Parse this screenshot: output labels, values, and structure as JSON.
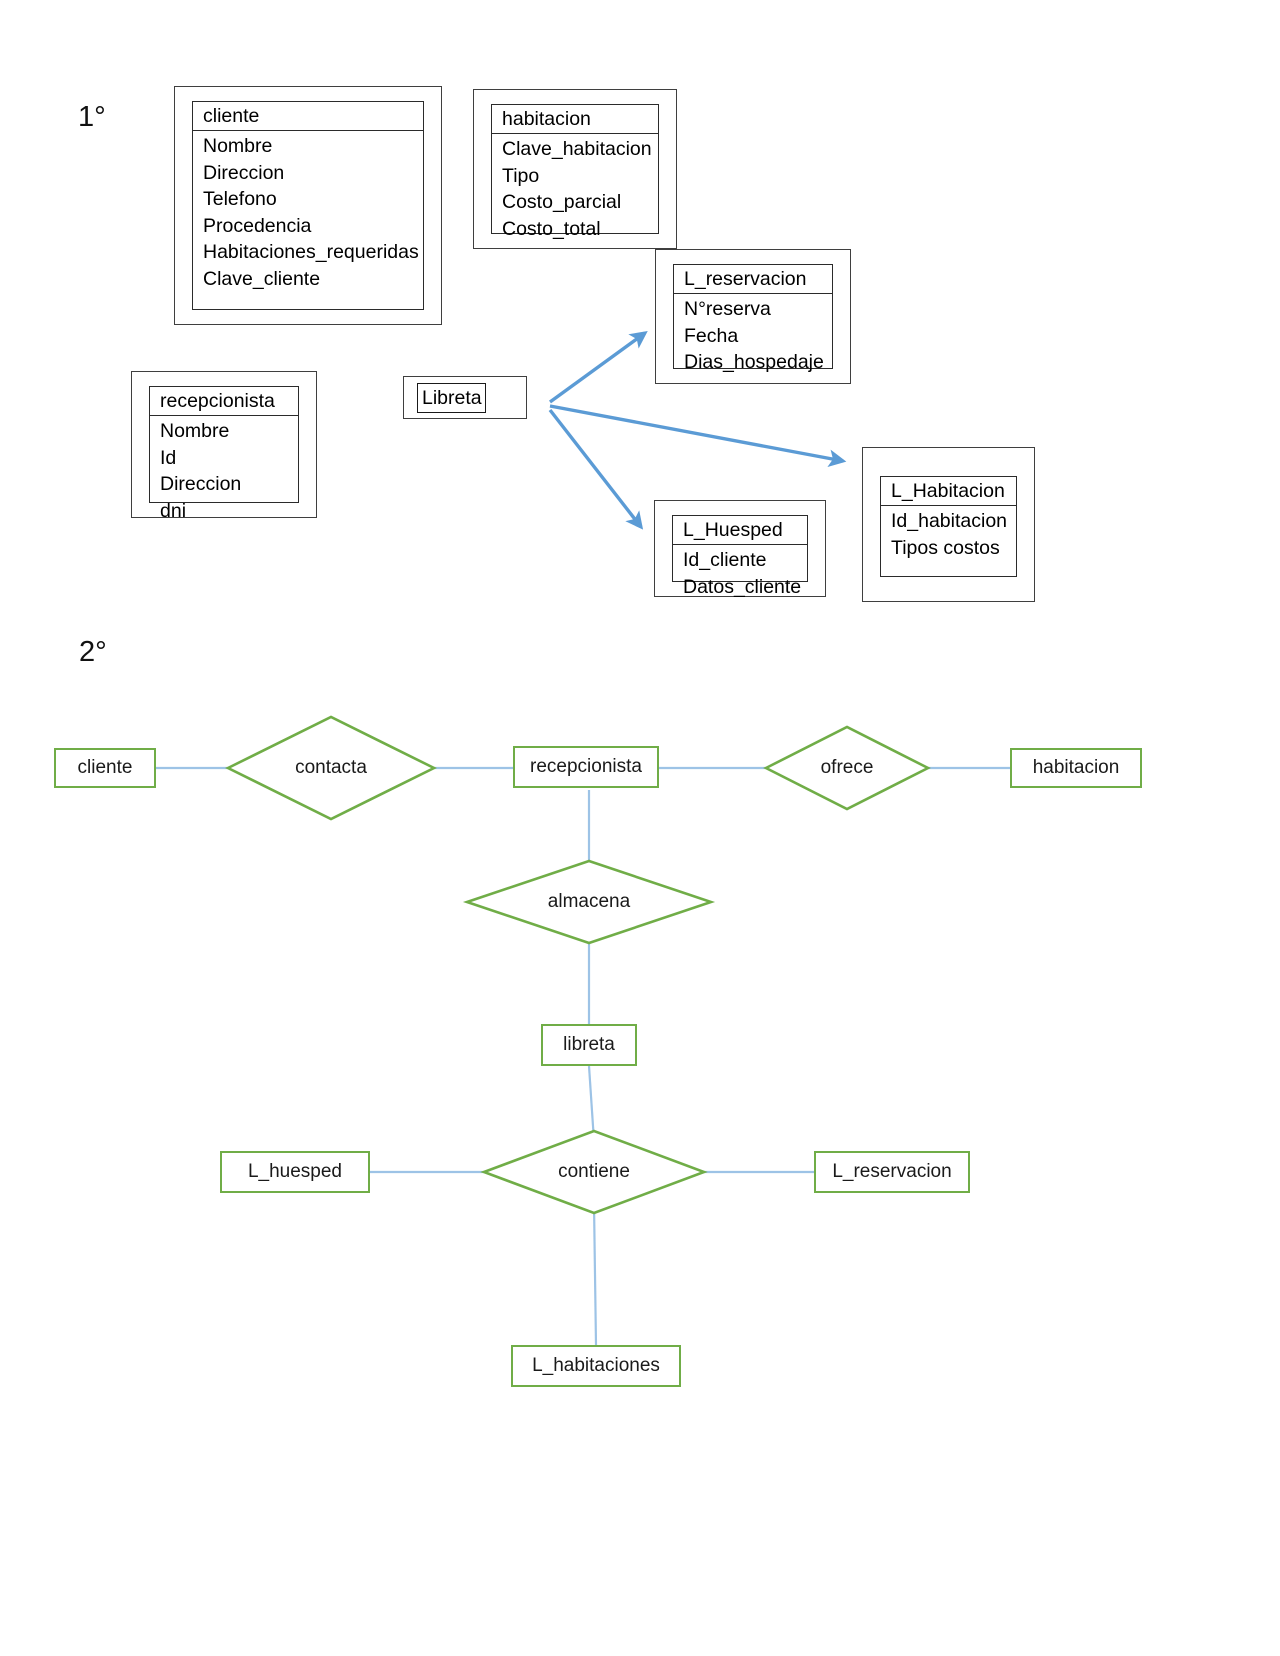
{
  "sections": {
    "first_label": "1°",
    "second_label": "2°"
  },
  "diagram1": {
    "entities": [
      {
        "id": "cliente",
        "title": "cliente",
        "attributes": [
          "Nombre",
          "Direccion",
          "Telefono",
          "Procedencia",
          "Habitaciones_requeridas",
          "Clave_cliente"
        ]
      },
      {
        "id": "habitacion",
        "title": "habitacion",
        "attributes": [
          "Clave_habitacion",
          "Tipo",
          "Costo_parcial",
          "Costo_total"
        ]
      },
      {
        "id": "l_reservacion",
        "title": "L_reservacion",
        "attributes": [
          "N°reserva",
          "Fecha",
          "Dias_hospedaje"
        ]
      },
      {
        "id": "recepcionista",
        "title": "recepcionista",
        "attributes": [
          "Nombre",
          "Id",
          "Direccion",
          "dni"
        ]
      },
      {
        "id": "l_huesped",
        "title": "L_Huesped",
        "attributes": [
          "Id_cliente",
          "Datos_cliente"
        ]
      },
      {
        "id": "l_habitacion",
        "title": "L_Habitacion",
        "attributes": [
          "Id_habitacion",
          "Tipos costos"
        ]
      }
    ],
    "libreta_box": {
      "label": "Libreta"
    },
    "arrow_color": "#5B9BD5",
    "arrow_targets": [
      "L_reservacion",
      "L_Habitacion",
      "L_Huesped"
    ]
  },
  "diagram2": {
    "entity_color": "#70AD47",
    "connector_color": "#9DC3E6",
    "entities": [
      {
        "id": "cliente",
        "label": "cliente"
      },
      {
        "id": "recepcionista",
        "label": "recepcionista"
      },
      {
        "id": "habitacion",
        "label": "habitacion"
      },
      {
        "id": "libreta",
        "label": "libreta"
      },
      {
        "id": "l_huesped",
        "label": "L_huesped"
      },
      {
        "id": "l_reservacion",
        "label": "L_reservacion"
      },
      {
        "id": "l_habitaciones",
        "label": "L_habitaciones"
      }
    ],
    "relationships": [
      {
        "id": "contacta",
        "label": "contacta"
      },
      {
        "id": "ofrece",
        "label": "ofrece"
      },
      {
        "id": "almacena",
        "label": "almacena"
      },
      {
        "id": "contiene",
        "label": "contiene"
      }
    ],
    "connections": [
      {
        "from": "cliente",
        "to": "contacta"
      },
      {
        "from": "contacta",
        "to": "recepcionista"
      },
      {
        "from": "recepcionista",
        "to": "ofrece"
      },
      {
        "from": "ofrece",
        "to": "habitacion"
      },
      {
        "from": "recepcionista",
        "to": "almacena"
      },
      {
        "from": "almacena",
        "to": "libreta"
      },
      {
        "from": "libreta",
        "to": "contiene"
      },
      {
        "from": "l_huesped",
        "to": "contiene"
      },
      {
        "from": "contiene",
        "to": "l_reservacion"
      },
      {
        "from": "contiene",
        "to": "l_habitaciones"
      }
    ]
  }
}
